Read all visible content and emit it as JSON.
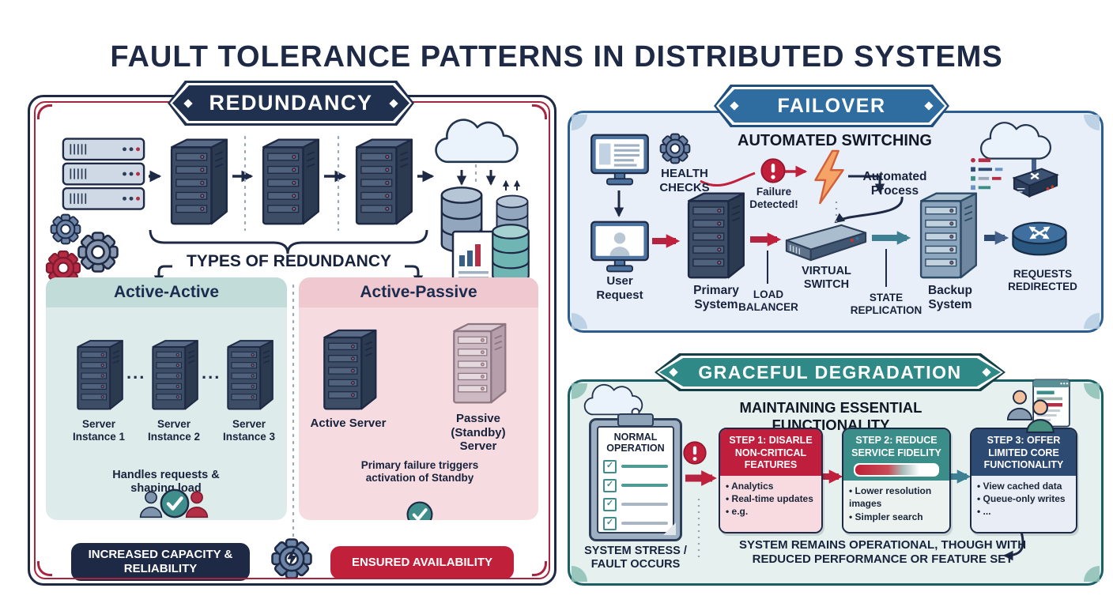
{
  "page": {
    "title": "FAULT TOLERANCE PATTERNS IN DISTRIBUTED SYSTEMS"
  },
  "colors": {
    "navy": "#1d2945",
    "red": "#c0203c",
    "blue": "#2f6da1",
    "teal": "#2f8a87",
    "orange": "#f6a368",
    "pink_bg": "#f6dce0",
    "teal_bg": "#ddecea"
  },
  "icons": {
    "server-rack-icon": "stacked-rack",
    "server-tower-icon": "tower",
    "database-icon": "cylinder",
    "cloud-icon": "cloud",
    "gear-icon": "⚙",
    "check-icon": "✓",
    "users-icon": "people",
    "monitor-icon": "screen",
    "alert-icon": "!",
    "lightning-icon": "⚡",
    "switch-icon": "box",
    "router-icon": "cylinder-arrows",
    "clipboard-icon": "checklist",
    "browser-icon": "window"
  },
  "redundancy": {
    "banner": "REDUNDANCY",
    "types_label": "TYPES OF REDUNDANCY",
    "active_active": {
      "title": "Active-Active",
      "servers": [
        "Server Instance 1",
        "Server Instance 2",
        "Server Instance 3"
      ],
      "dots": "...",
      "note": "Handles requests & shaping load",
      "outcome": "INCREASED CAPACITY & RELIABILITY"
    },
    "active_passive": {
      "title": "Active-Passive",
      "active_label": "Active Server",
      "passive_label": "Passive (Standby) Server",
      "note": "Primary failure triggers activation of Standby",
      "outcome": "ENSURED AVAILABILITY"
    }
  },
  "failover": {
    "banner": "FAILOVER",
    "subtitle": "AUTOMATED SWITCHING",
    "health_checks": "HEALTH CHECKS",
    "user_request": "User Request",
    "primary_system": "Primary System",
    "failure_detected": "Failure Detected!",
    "automated_process": "Automated Process",
    "load_balancer": "LOAD BALANCER",
    "virtual_switch": "VIRTUAL SWITCH",
    "state_replication": "STATE REPLICATION",
    "backup_system": "Backup System",
    "requests_redirected": "REQUESTS REDIRECTED"
  },
  "graceful": {
    "banner": "GRACEFUL DEGRADATION",
    "subtitle": "MAINTAINING ESSENTIAL FUNCTIONALITY",
    "normal_operation": "NORMAL OPERATION",
    "system_stress": "SYSTEM STRESS / FAULT OCCURS",
    "steps": [
      {
        "title": "STEP 1: DISARLE NON-CRITICAL FEATURES",
        "items": [
          "Analytics",
          "Real-time updates",
          "e.g."
        ]
      },
      {
        "title": "STEP 2: REDUCE SERVICE FIDELITY",
        "items": [
          "Lower resolution images",
          "Simpler search"
        ]
      },
      {
        "title": "STEP 3: OFFER LIMITED CORE FUNCTIONALITY",
        "items": [
          "View cached data",
          "Queue-only writes",
          "..."
        ]
      }
    ],
    "footer": "SYSTEM REMAINS OPERATIONAL, THOUGH WITH REDUCED PERFORMANCE OR FEATURE SET"
  }
}
